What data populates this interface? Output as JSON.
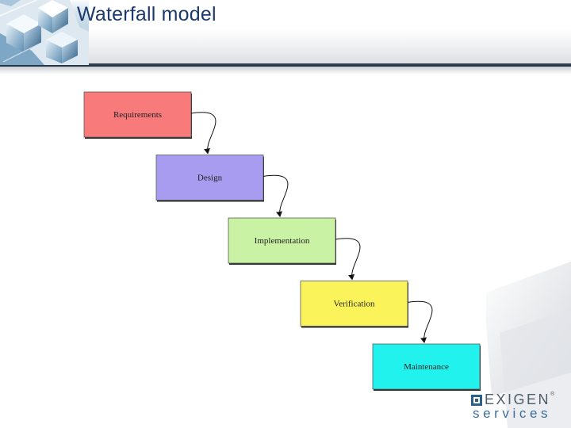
{
  "slide": {
    "title": "Waterfall model"
  },
  "diagram": {
    "stages": [
      {
        "label": "Requirements",
        "color": "#f87a7a"
      },
      {
        "label": "Design",
        "color": "#a79cf0"
      },
      {
        "label": "Implementation",
        "color": "#c9f2a4"
      },
      {
        "label": "Verification",
        "color": "#fbf35a"
      },
      {
        "label": "Maintenance",
        "color": "#22f2ee"
      }
    ]
  },
  "logo": {
    "word": "EXIGEN",
    "mark": "®",
    "subword": "services"
  },
  "colors": {
    "title": "#1c3a6e",
    "header_rule": "#1f2d3d",
    "logo_word": "#4e5d6c",
    "logo_sub": "#3d6d9c"
  }
}
